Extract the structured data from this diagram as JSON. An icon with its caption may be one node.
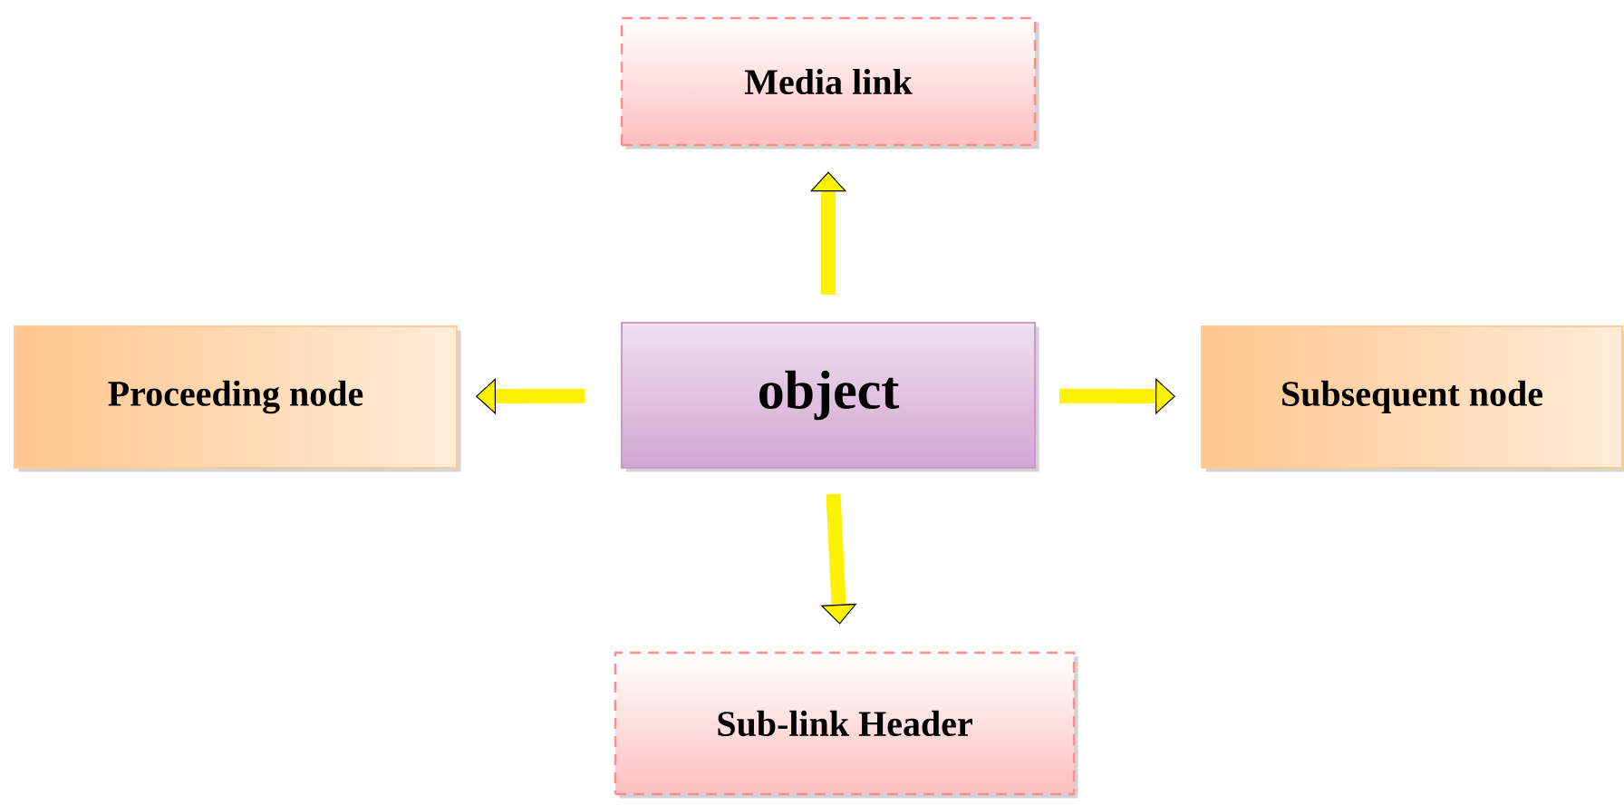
{
  "diagram": {
    "nodes": [
      {
        "text": [
          "Media link"
        ]
      },
      {
        "text": [
          "Proceeding node"
        ]
      },
      {
        "text": [
          "object"
        ]
      },
      {
        "text": [
          "Subsequent node"
        ]
      },
      {
        "text": [
          "Sub-link Header"
        ]
      }
    ],
    "edges": [
      {
        "from": 2,
        "to": 0,
        "arrow": "to"
      },
      {
        "from": 2,
        "to": 1,
        "arrow": "to"
      },
      {
        "from": 2,
        "to": 3,
        "arrow": "to"
      },
      {
        "from": 2,
        "to": 4,
        "arrow": "to"
      }
    ]
  }
}
